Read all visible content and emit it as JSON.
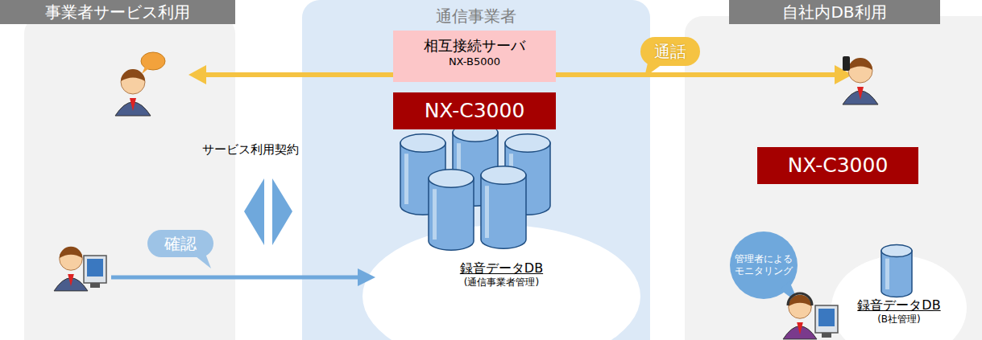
{
  "diagram": {
    "nodes": [
      {
        "text": [
          "事業者サービス利用"
        ]
      },
      {
        "text": [
          "通信事業者"
        ]
      },
      {
        "text": [
          "自社内DB利用"
        ]
      },
      {
        "text": [
          "相互接続サーバ",
          "NX-B5000"
        ],
        "in": 1
      },
      {
        "text": [
          "NX-C3000"
        ],
        "in": 1
      },
      {
        "text": [
          "録音データDB",
          "(通信事業者管理)"
        ],
        "in": 1
      },
      {
        "text": [
          "NX-C3000"
        ],
        "in": 2
      },
      {
        "text": [
          "録音データDB",
          "(B社管理)"
        ],
        "in": 2
      }
    ],
    "labels": [
      "サービス利用契約",
      "通話",
      "確認",
      "管理者による モニタリング"
    ]
  }
}
